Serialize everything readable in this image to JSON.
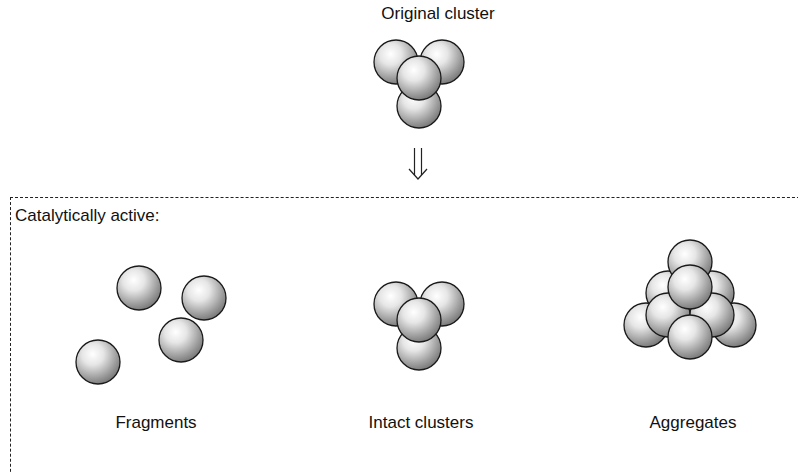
{
  "diagram": {
    "nodes": [
      {
        "text": [
          "Original cluster"
        ]
      },
      {
        "text": [
          "Catalytically active:"
        ]
      },
      {
        "text": [
          "Fragments"
        ],
        "in": 1
      },
      {
        "text": [
          "Intact clusters"
        ],
        "in": 1
      },
      {
        "text": [
          "Aggregates"
        ],
        "in": 1
      }
    ],
    "edges": [
      {
        "from": 0,
        "to": 1,
        "arrow": "to"
      }
    ]
  }
}
